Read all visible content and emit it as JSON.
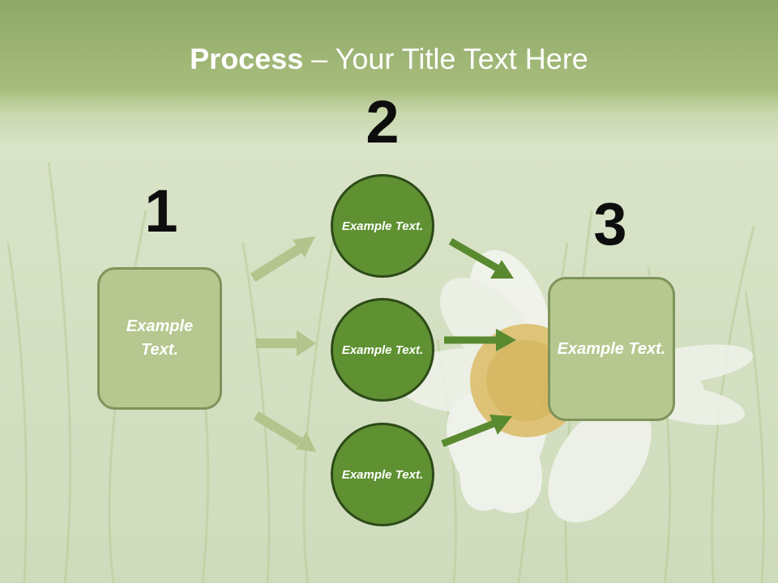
{
  "slide": {
    "title_bold": "Process",
    "title_rest": " – Your Title Text Here",
    "step_numbers": [
      "1",
      "2",
      "3"
    ],
    "left_box_text": "Example Text.",
    "circles": [
      "Example Text.",
      "Example Text.",
      "Example Text."
    ],
    "right_box_text": "Example Text.",
    "colors": {
      "box_fill": "#b6c78f",
      "circle_fill": "#5f9132",
      "light_arrow": "#b3c48d",
      "dark_arrow": "#5a8a2f",
      "title_band": "#8ea867"
    }
  }
}
